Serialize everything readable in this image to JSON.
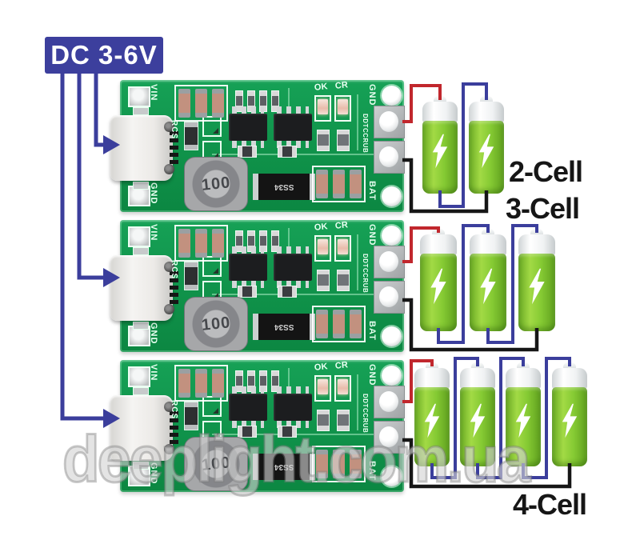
{
  "supply_label": "DC 3-6V",
  "watermark": "deeplight.com.ua",
  "groups": [
    {
      "cells": 2,
      "label": "2-Cell"
    },
    {
      "cells": 3,
      "label": "3-Cell"
    },
    {
      "cells": 4,
      "label": "4-Cell"
    }
  ],
  "board": {
    "silkscreen": {
      "vin": "VIN",
      "gnd_left": "GND",
      "gnd_right": "GND",
      "bat": "BAT",
      "ok": "OK",
      "cr": "CR",
      "rcs": "RCS",
      "part_number": "DDTCCRUB",
      "inductor_value": "100",
      "diode_marking": "SS34"
    }
  },
  "colors": {
    "supply_label_bg": "#3c3f9d",
    "wire_input": "#3b3e9c",
    "wire_series_link": "#3b3e9c",
    "wire_positive": "#c1272d",
    "wire_negative": "#161616",
    "pcb_green": "#109a50",
    "battery_green": "#7cc230"
  }
}
